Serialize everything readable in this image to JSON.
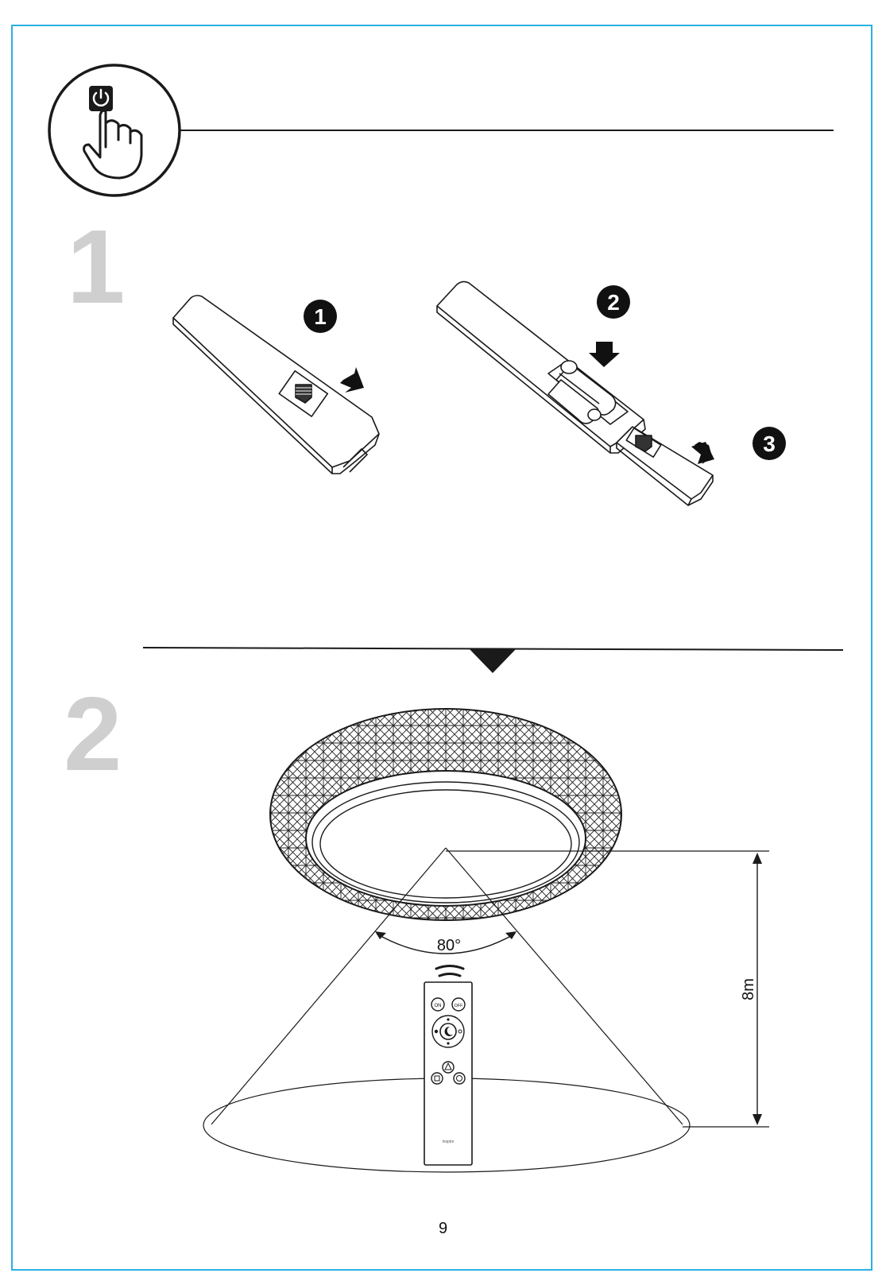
{
  "page": {
    "frame_color": "#2bb0e3",
    "page_number": "9"
  },
  "header": {
    "icon": "power-button-press-icon"
  },
  "step1": {
    "number": "1",
    "sub_steps": [
      "1",
      "2",
      "3"
    ]
  },
  "step2": {
    "number": "2",
    "angle_label": "80°",
    "distance_label": "8m",
    "remote": {
      "on_label": "ON",
      "off_label": "OFF",
      "brand": "inspire"
    }
  }
}
